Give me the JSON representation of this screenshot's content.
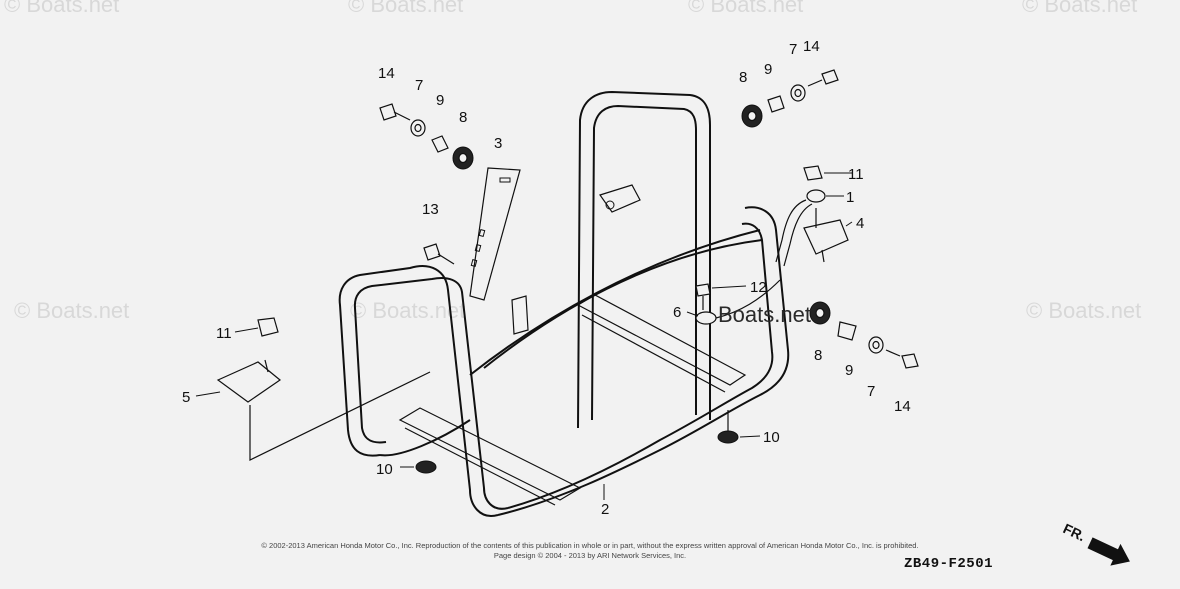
{
  "watermarks": {
    "text": "© Boats.net",
    "center_text": "Boats.net"
  },
  "callouts": {
    "c1": "1",
    "c2": "2",
    "c3": "3",
    "c4": "4",
    "c5": "5",
    "c6": "6",
    "c7a": "7",
    "c7b": "7",
    "c7c": "7",
    "c8a": "8",
    "c8b": "8",
    "c8c": "8",
    "c9a": "9",
    "c9b": "9",
    "c9c": "9",
    "c10a": "10",
    "c10b": "10",
    "c11a": "11",
    "c11b": "11",
    "c12": "12",
    "c13": "13",
    "c14a": "14",
    "c14b": "14",
    "c14c": "14"
  },
  "footer": {
    "copyright_line1": "© 2002-2013 American Honda Motor Co., Inc. Reproduction of the contents of this publication in whole or in part, without the express written approval of American Honda Motor Co., Inc. is prohibited.",
    "copyright_line2": "Page design © 2004 - 2013 by ARI Network Services, Inc.",
    "diagram_code": "ZB49-F2501",
    "direction_label": "FR."
  }
}
